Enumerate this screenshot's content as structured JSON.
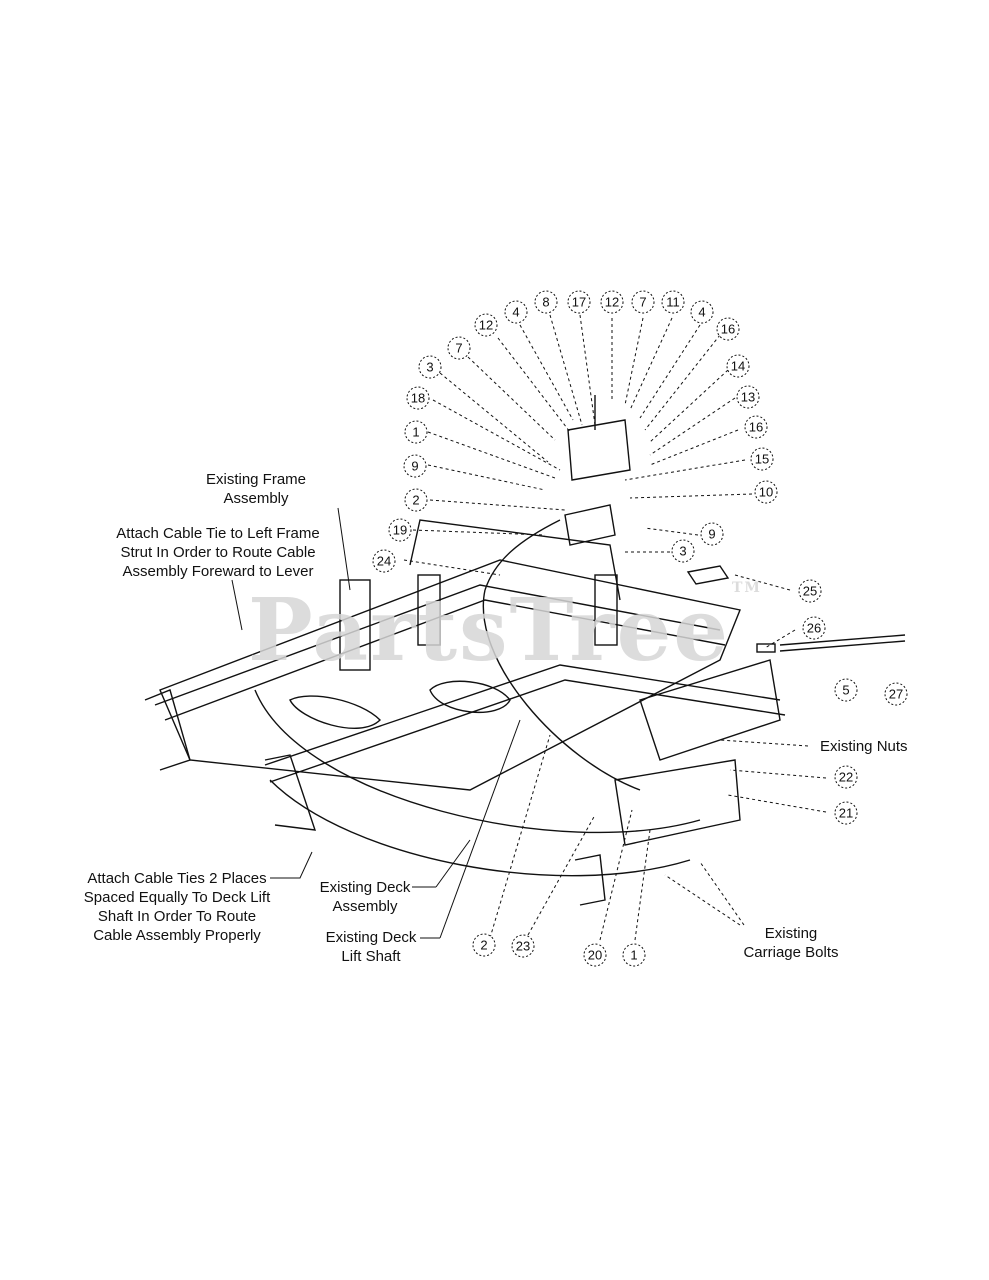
{
  "watermark": {
    "text": "PartsTree",
    "trademark": "TM"
  },
  "notes": {
    "frame_assembly": [
      "Existing Frame",
      "Assembly"
    ],
    "cable_tie_left": [
      "Attach Cable Tie to Left Frame",
      "Strut In Order to Route Cable",
      "Assembly Foreward to Lever"
    ],
    "cable_ties_two": [
      "Attach Cable Ties 2 Places",
      "Spaced Equally To Deck Lift",
      "Shaft In Order To Route",
      "Cable Assembly Properly"
    ],
    "deck_assembly": [
      "Existing Deck",
      "Assembly"
    ],
    "deck_lift_shaft": [
      "Existing Deck",
      "Lift Shaft"
    ],
    "existing_nuts": "Existing Nuts",
    "carriage_bolts": [
      "Existing",
      "Carriage Bolts"
    ]
  },
  "callouts": {
    "top_arc": [
      "12",
      "7",
      "3",
      "18",
      "1",
      "9",
      "2",
      "19",
      "24"
    ],
    "top_row": [
      "4",
      "8",
      "17",
      "12",
      "7",
      "11",
      "4"
    ],
    "right_arc": [
      "16",
      "14",
      "13",
      "16",
      "15",
      "10",
      "9",
      "3"
    ],
    "right_side": [
      "25",
      "26",
      "5",
      "27",
      "22",
      "21"
    ],
    "bottom_row": [
      "2",
      "23",
      "20",
      "1"
    ]
  },
  "colors": {
    "line": "#111111",
    "watermark": "#d6d6d6",
    "background": "#ffffff"
  }
}
